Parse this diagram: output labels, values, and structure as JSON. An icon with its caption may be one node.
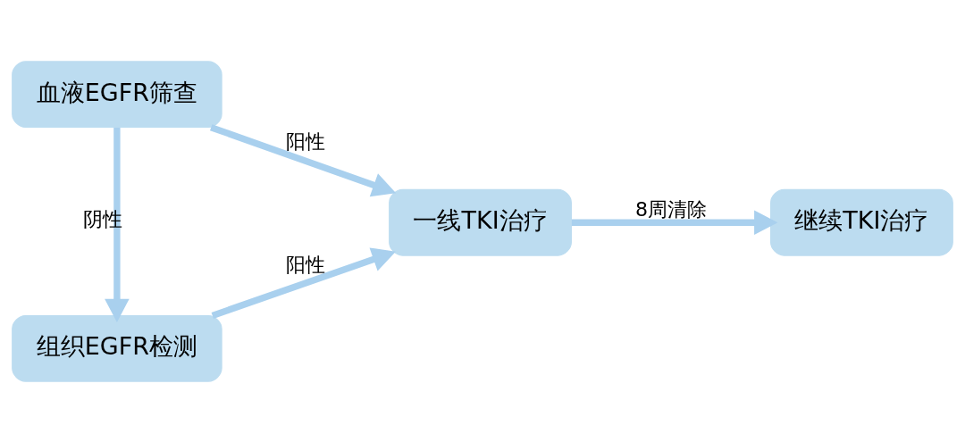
{
  "diagram": {
    "nodes": [
      {
        "text": [
          "血液EGFR筛查"
        ]
      },
      {
        "text": [
          "组织EGFR检测"
        ]
      },
      {
        "text": [
          "一线TKI治疗"
        ]
      },
      {
        "text": [
          "继续TKI治疗"
        ]
      }
    ],
    "edges": [
      {
        "from": 0,
        "to": 2,
        "arrow": "to",
        "label": "阳性"
      },
      {
        "from": 0,
        "to": 1,
        "arrow": "to",
        "label": "阴性"
      },
      {
        "from": 1,
        "to": 2,
        "arrow": "to",
        "label": "阳性"
      },
      {
        "from": 2,
        "to": 3,
        "arrow": "to",
        "label": "8周清除"
      }
    ]
  }
}
